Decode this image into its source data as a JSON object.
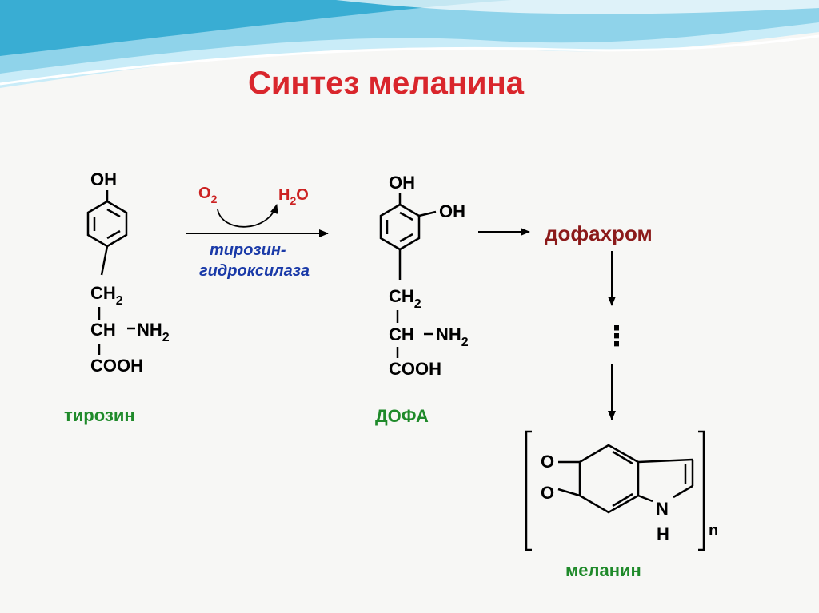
{
  "slide": {
    "title": "Синтез меланина"
  },
  "colors": {
    "title": "#d9262c",
    "label_green": "#1f8a2a",
    "reagent_red": "#cc2222",
    "enzyme_blue": "#1a3aa8",
    "dofachrome": "#8b1a1a",
    "wave_light": "#9fd8ee",
    "wave_dark": "#2aa6cf"
  },
  "tyrosine": {
    "oh": "OH",
    "ch2": "CH",
    "ch2_sub": "2",
    "ch": "CH",
    "nh2": "NH",
    "nh2_sub": "2",
    "cooh": "COOH",
    "label": "тирозин"
  },
  "reaction1": {
    "o2": "O",
    "o2_sub": "2",
    "h2o_h": "H",
    "h2o_sub": "2",
    "h2o_o": "O",
    "enzyme_line1": "тирозин-",
    "enzyme_line2": "гидроксилаза"
  },
  "dopa": {
    "oh_top": "OH",
    "oh_right": "OH",
    "ch2": "CH",
    "ch2_sub": "2",
    "ch": "CH",
    "nh2": "NH",
    "nh2_sub": "2",
    "cooh": "COOH",
    "label": "ДОФА"
  },
  "dofachrome": {
    "label": "дофахром"
  },
  "ellipsis": "⋮",
  "melanin": {
    "o1": "O",
    "o2": "O",
    "n": "N",
    "h": "H",
    "n_sub": "n",
    "label": "меланин"
  }
}
